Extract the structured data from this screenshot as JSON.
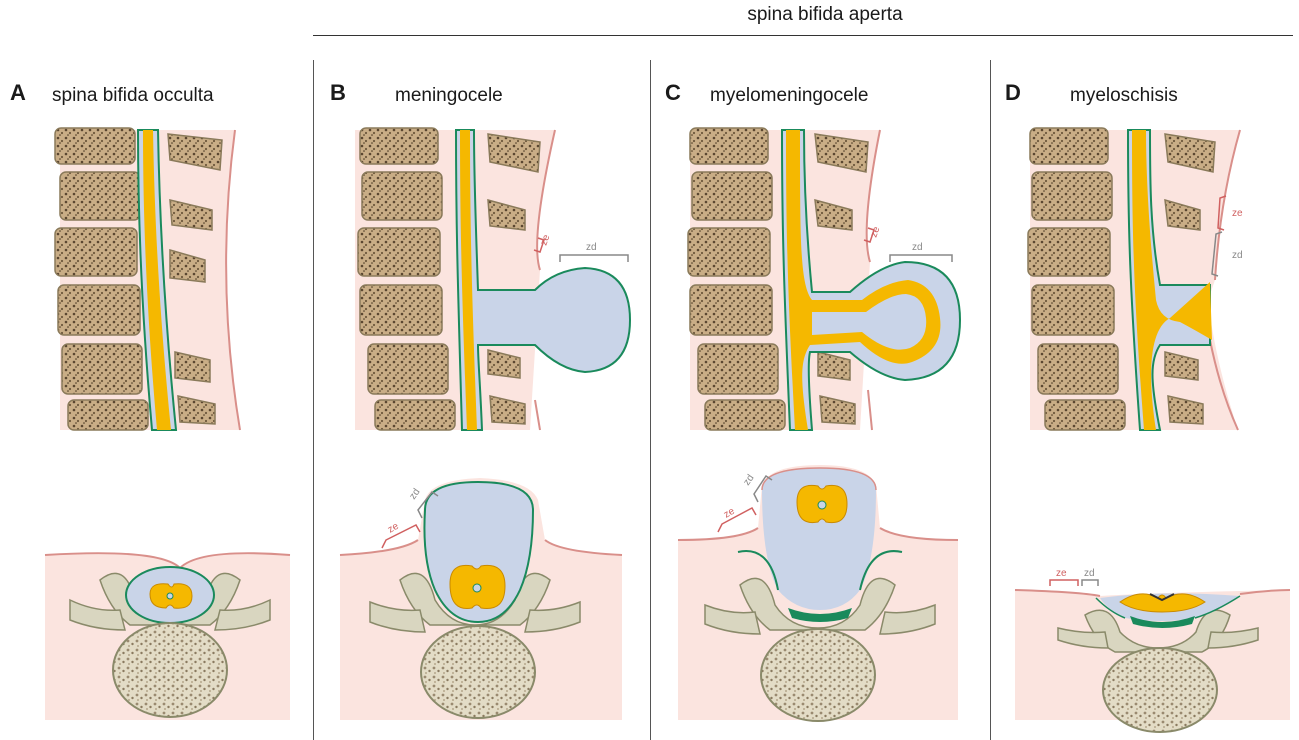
{
  "header": {
    "label": "spina bifida aperta"
  },
  "panels": [
    {
      "letter": "A",
      "title": "spina bifida occulta"
    },
    {
      "letter": "B",
      "title": "meningocele"
    },
    {
      "letter": "C",
      "title": "myelomeningocele"
    },
    {
      "letter": "D",
      "title": "myeloschisis"
    }
  ],
  "annotations": {
    "ze": "ze",
    "zd": "zd"
  },
  "colors": {
    "skin": "#fbe4df",
    "skin_edge": "#d98f8a",
    "vertebra_outline": "#8a7a5a",
    "vertebra_fill": "#c9ad86",
    "bone": "#d9d6c0",
    "spinal_cord": "#f5b800",
    "csf": "#c9d4e8",
    "meninges": "#1a8a5c",
    "ze_bracket": "#d06060",
    "zd_bracket": "#888888"
  }
}
